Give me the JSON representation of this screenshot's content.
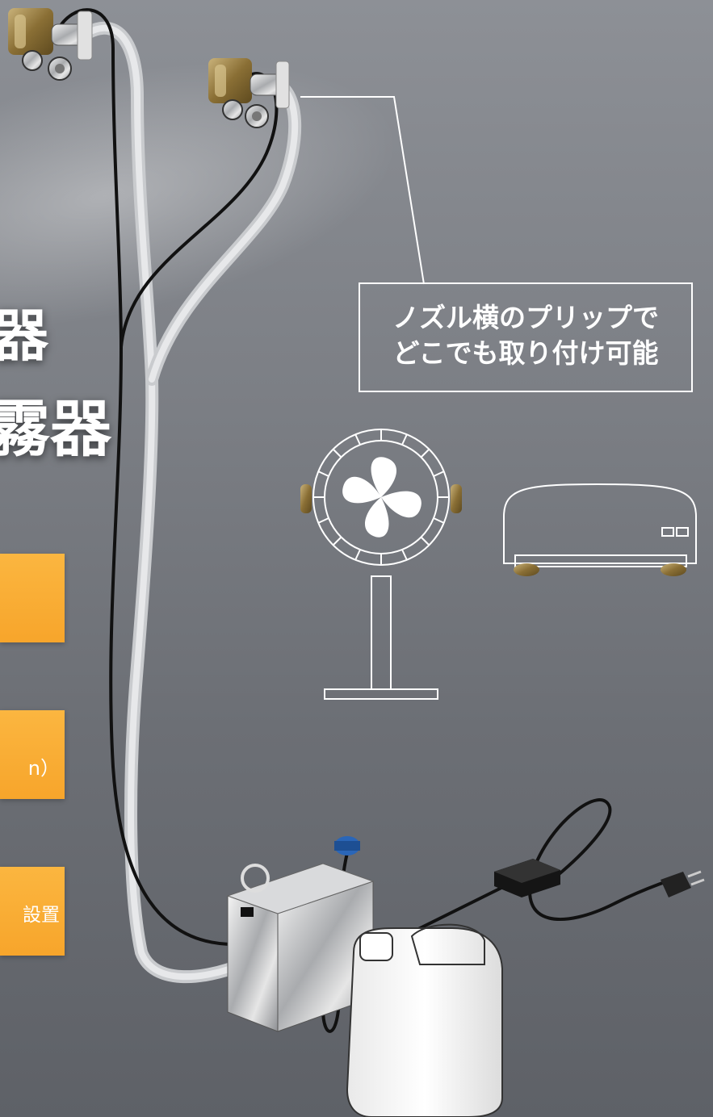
{
  "title_fragments": {
    "line1": "器",
    "line2": "霧器"
  },
  "callout": {
    "line1": "ノズル横のプリップで",
    "line2": "どこでも取り付け可能"
  },
  "side_boxes": [
    {
      "text": ""
    },
    {
      "text": "n）"
    },
    {
      "text": "設置"
    }
  ],
  "icons": [
    "nozzle-icon",
    "fan-icon",
    "air-conditioner-icon",
    "tank-icon",
    "jerrycan-icon",
    "adapter-icon",
    "plug-icon"
  ],
  "colors": {
    "accent": "#f7a52b",
    "background": "#7c7f85"
  }
}
